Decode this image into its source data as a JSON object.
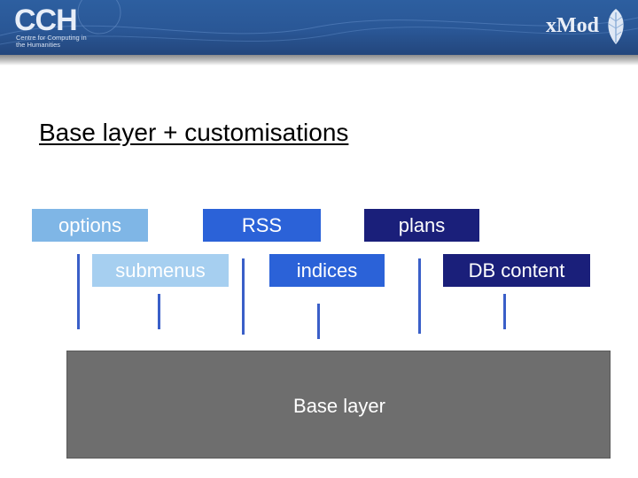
{
  "header": {
    "org_logo": "CCH",
    "org_subtitle": "Centre for Computing in the Humanities",
    "product_logo": "xMod",
    "product_icon": "leaf-icon",
    "background_color": "#2a5796"
  },
  "slide": {
    "title": "Base layer + customisations",
    "customisations": [
      {
        "label": "options",
        "background": "#7fb6e6",
        "text_color": "#ffffff"
      },
      {
        "label": "RSS",
        "background": "#2b62d8",
        "text_color": "#ffffff"
      },
      {
        "label": "plans",
        "background": "#1a1f7a",
        "text_color": "#ffffff"
      },
      {
        "label": "submenus",
        "background": "#a6cff0",
        "text_color": "#ffffff"
      },
      {
        "label": "indices",
        "background": "#2b62d8",
        "text_color": "#ffffff"
      },
      {
        "label": "DB content",
        "background": "#1a1f7a",
        "text_color": "#ffffff"
      }
    ],
    "base_layer": {
      "label": "Base layer",
      "background": "#6e6e6e"
    },
    "connector_color": "#3a5fc8"
  }
}
